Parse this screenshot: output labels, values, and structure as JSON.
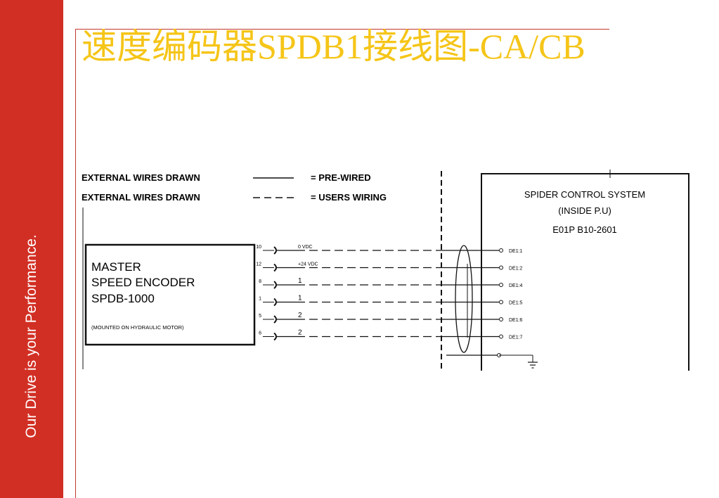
{
  "sidebar": {
    "text": "Our Drive is your Performance."
  },
  "slide": {
    "title": "速度编码器SPDB1接线图-CA/CB"
  },
  "diagram": {
    "legend": [
      {
        "label": "EXTERNAL WIRES DRAWN",
        "meaning": "= PRE-WIRED"
      },
      {
        "label": "EXTERNAL WIRES DRAWN",
        "meaning": "= USERS WIRING"
      }
    ],
    "encoder": {
      "line1": "MASTER",
      "line2": "SPEED ENCODER",
      "line3": "SPDB-1000",
      "note": "(MOUNTED ON HYDRAULIC MOTOR)"
    },
    "control": {
      "line1": "SPIDER CONTROL SYSTEM",
      "line2": "(INSIDE P.U)",
      "line3": "E01P B10-2601"
    },
    "wires": [
      {
        "pin": "10",
        "signal": "0 VDC",
        "terminal": "DE1:1"
      },
      {
        "pin": "12",
        "signal": "+24 VDC",
        "terminal": "DE1:2"
      },
      {
        "pin": "8",
        "signal": "1",
        "terminal": "DE1:4"
      },
      {
        "pin": "1",
        "signal": "1",
        "terminal": "DE1:5"
      },
      {
        "pin": "5",
        "signal": "2",
        "terminal": "DE1:6"
      },
      {
        "pin": "6",
        "signal": "2",
        "terminal": "DE1:7"
      }
    ]
  }
}
